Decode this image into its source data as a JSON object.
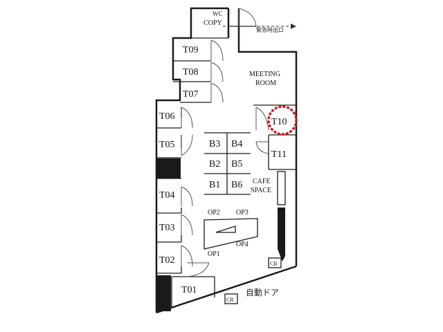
{
  "floor_plan": {
    "rooms": {
      "copy": "COPY",
      "wc": "WC",
      "t09": "T09",
      "t08": "T08",
      "t07": "T07",
      "t06": "T06",
      "t05": "T05",
      "t04": "T04",
      "t03": "T03",
      "t02": "T02",
      "t01": "T01",
      "t10": "T10",
      "t11": "T11",
      "meeting_line1": "MEETING",
      "meeting_line2": "ROOM",
      "cafe_line1": "CAFE",
      "cafe_line2": "SPACE"
    },
    "booths": {
      "b1": "B1",
      "b2": "B2",
      "b3": "B3",
      "b4": "B4",
      "b5": "B5",
      "b6": "B6"
    },
    "open_seats": {
      "op1": "OP1",
      "op2": "OP2",
      "op3": "OP3",
      "op4": "OP4"
    },
    "fixtures": {
      "cr_right": "CR",
      "cr_bottom": "CR",
      "auto_door": "自動ドア",
      "emergency_exit": "緊急時出口"
    },
    "highlighted_room": "T10",
    "highlight_color": "#d11a1a"
  }
}
